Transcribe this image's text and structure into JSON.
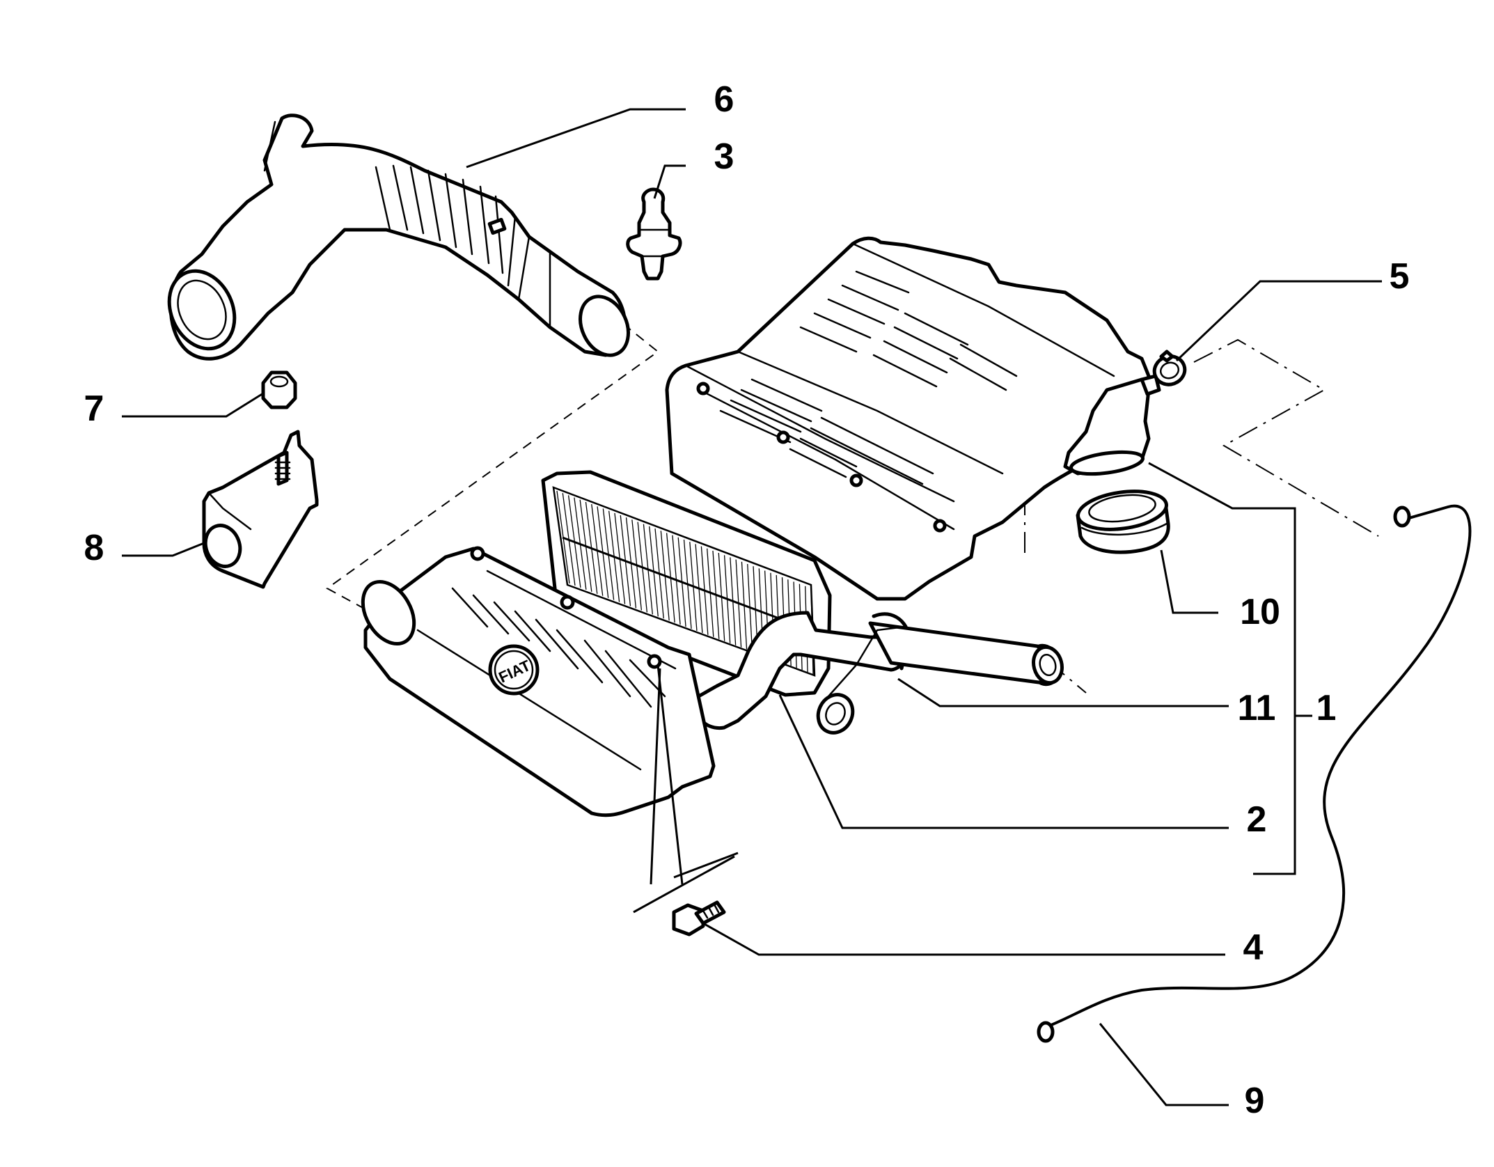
{
  "callouts": [
    {
      "id": "1",
      "text": "1"
    },
    {
      "id": "2",
      "text": "2"
    },
    {
      "id": "3",
      "text": "3"
    },
    {
      "id": "4",
      "text": "4"
    },
    {
      "id": "5",
      "text": "5"
    },
    {
      "id": "6",
      "text": "6"
    },
    {
      "id": "7",
      "text": "7"
    },
    {
      "id": "8",
      "text": "8"
    },
    {
      "id": "9",
      "text": "9"
    },
    {
      "id": "10",
      "text": "10"
    },
    {
      "id": "11",
      "text": "11"
    }
  ],
  "logo_text": "FIAT",
  "colors": {
    "line": "#000000",
    "background": "#ffffff"
  }
}
